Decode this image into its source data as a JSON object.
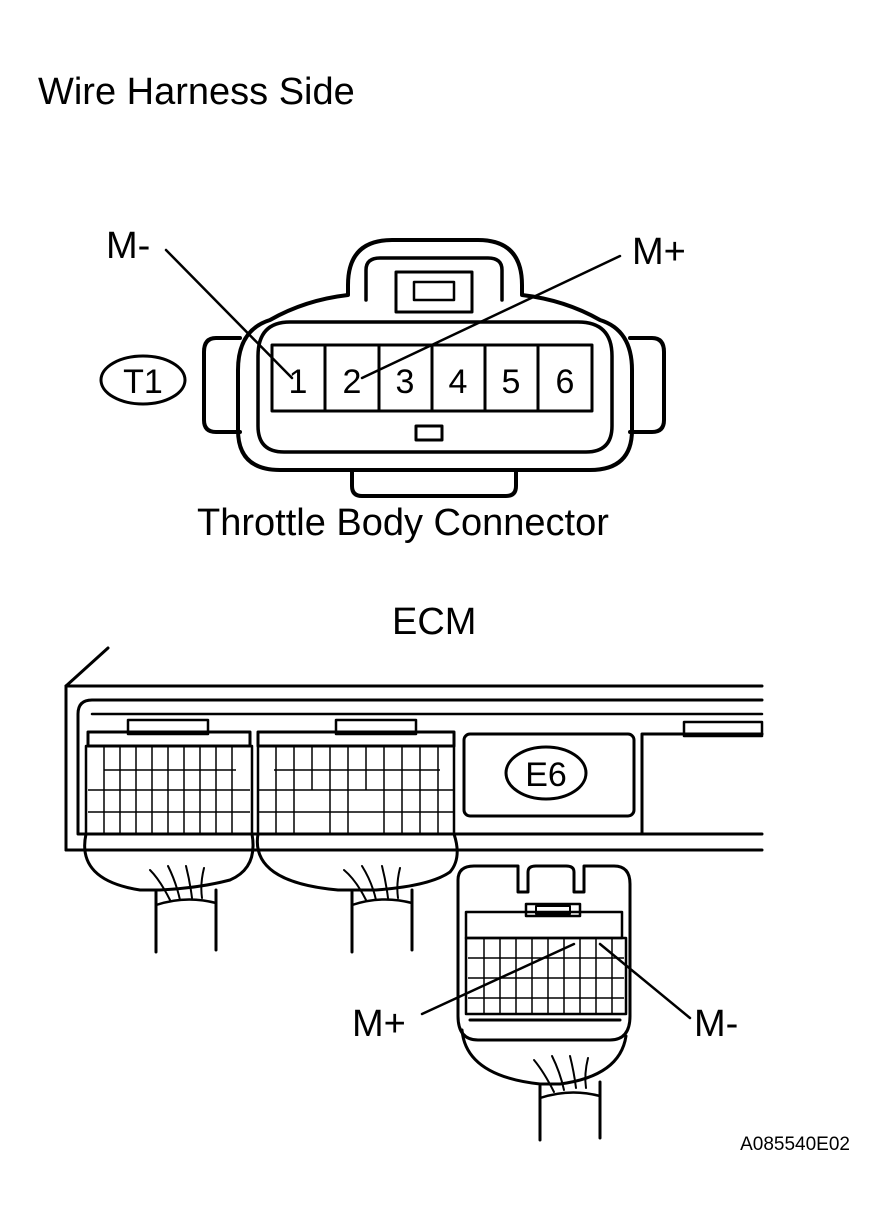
{
  "title": "Wire Harness Side",
  "throttle_connector": {
    "code": "T1",
    "caption": "Throttle Body Connector",
    "pins": [
      "1",
      "2",
      "3",
      "4",
      "5",
      "6"
    ],
    "callouts": [
      {
        "label": "M-",
        "pin": "1"
      },
      {
        "label": "M+",
        "pin": "2"
      }
    ]
  },
  "ecm": {
    "label": "ECM",
    "connector_code": "E6",
    "callouts": [
      {
        "label": "M+"
      },
      {
        "label": "M-"
      }
    ]
  },
  "figure_id": "A085540E02"
}
